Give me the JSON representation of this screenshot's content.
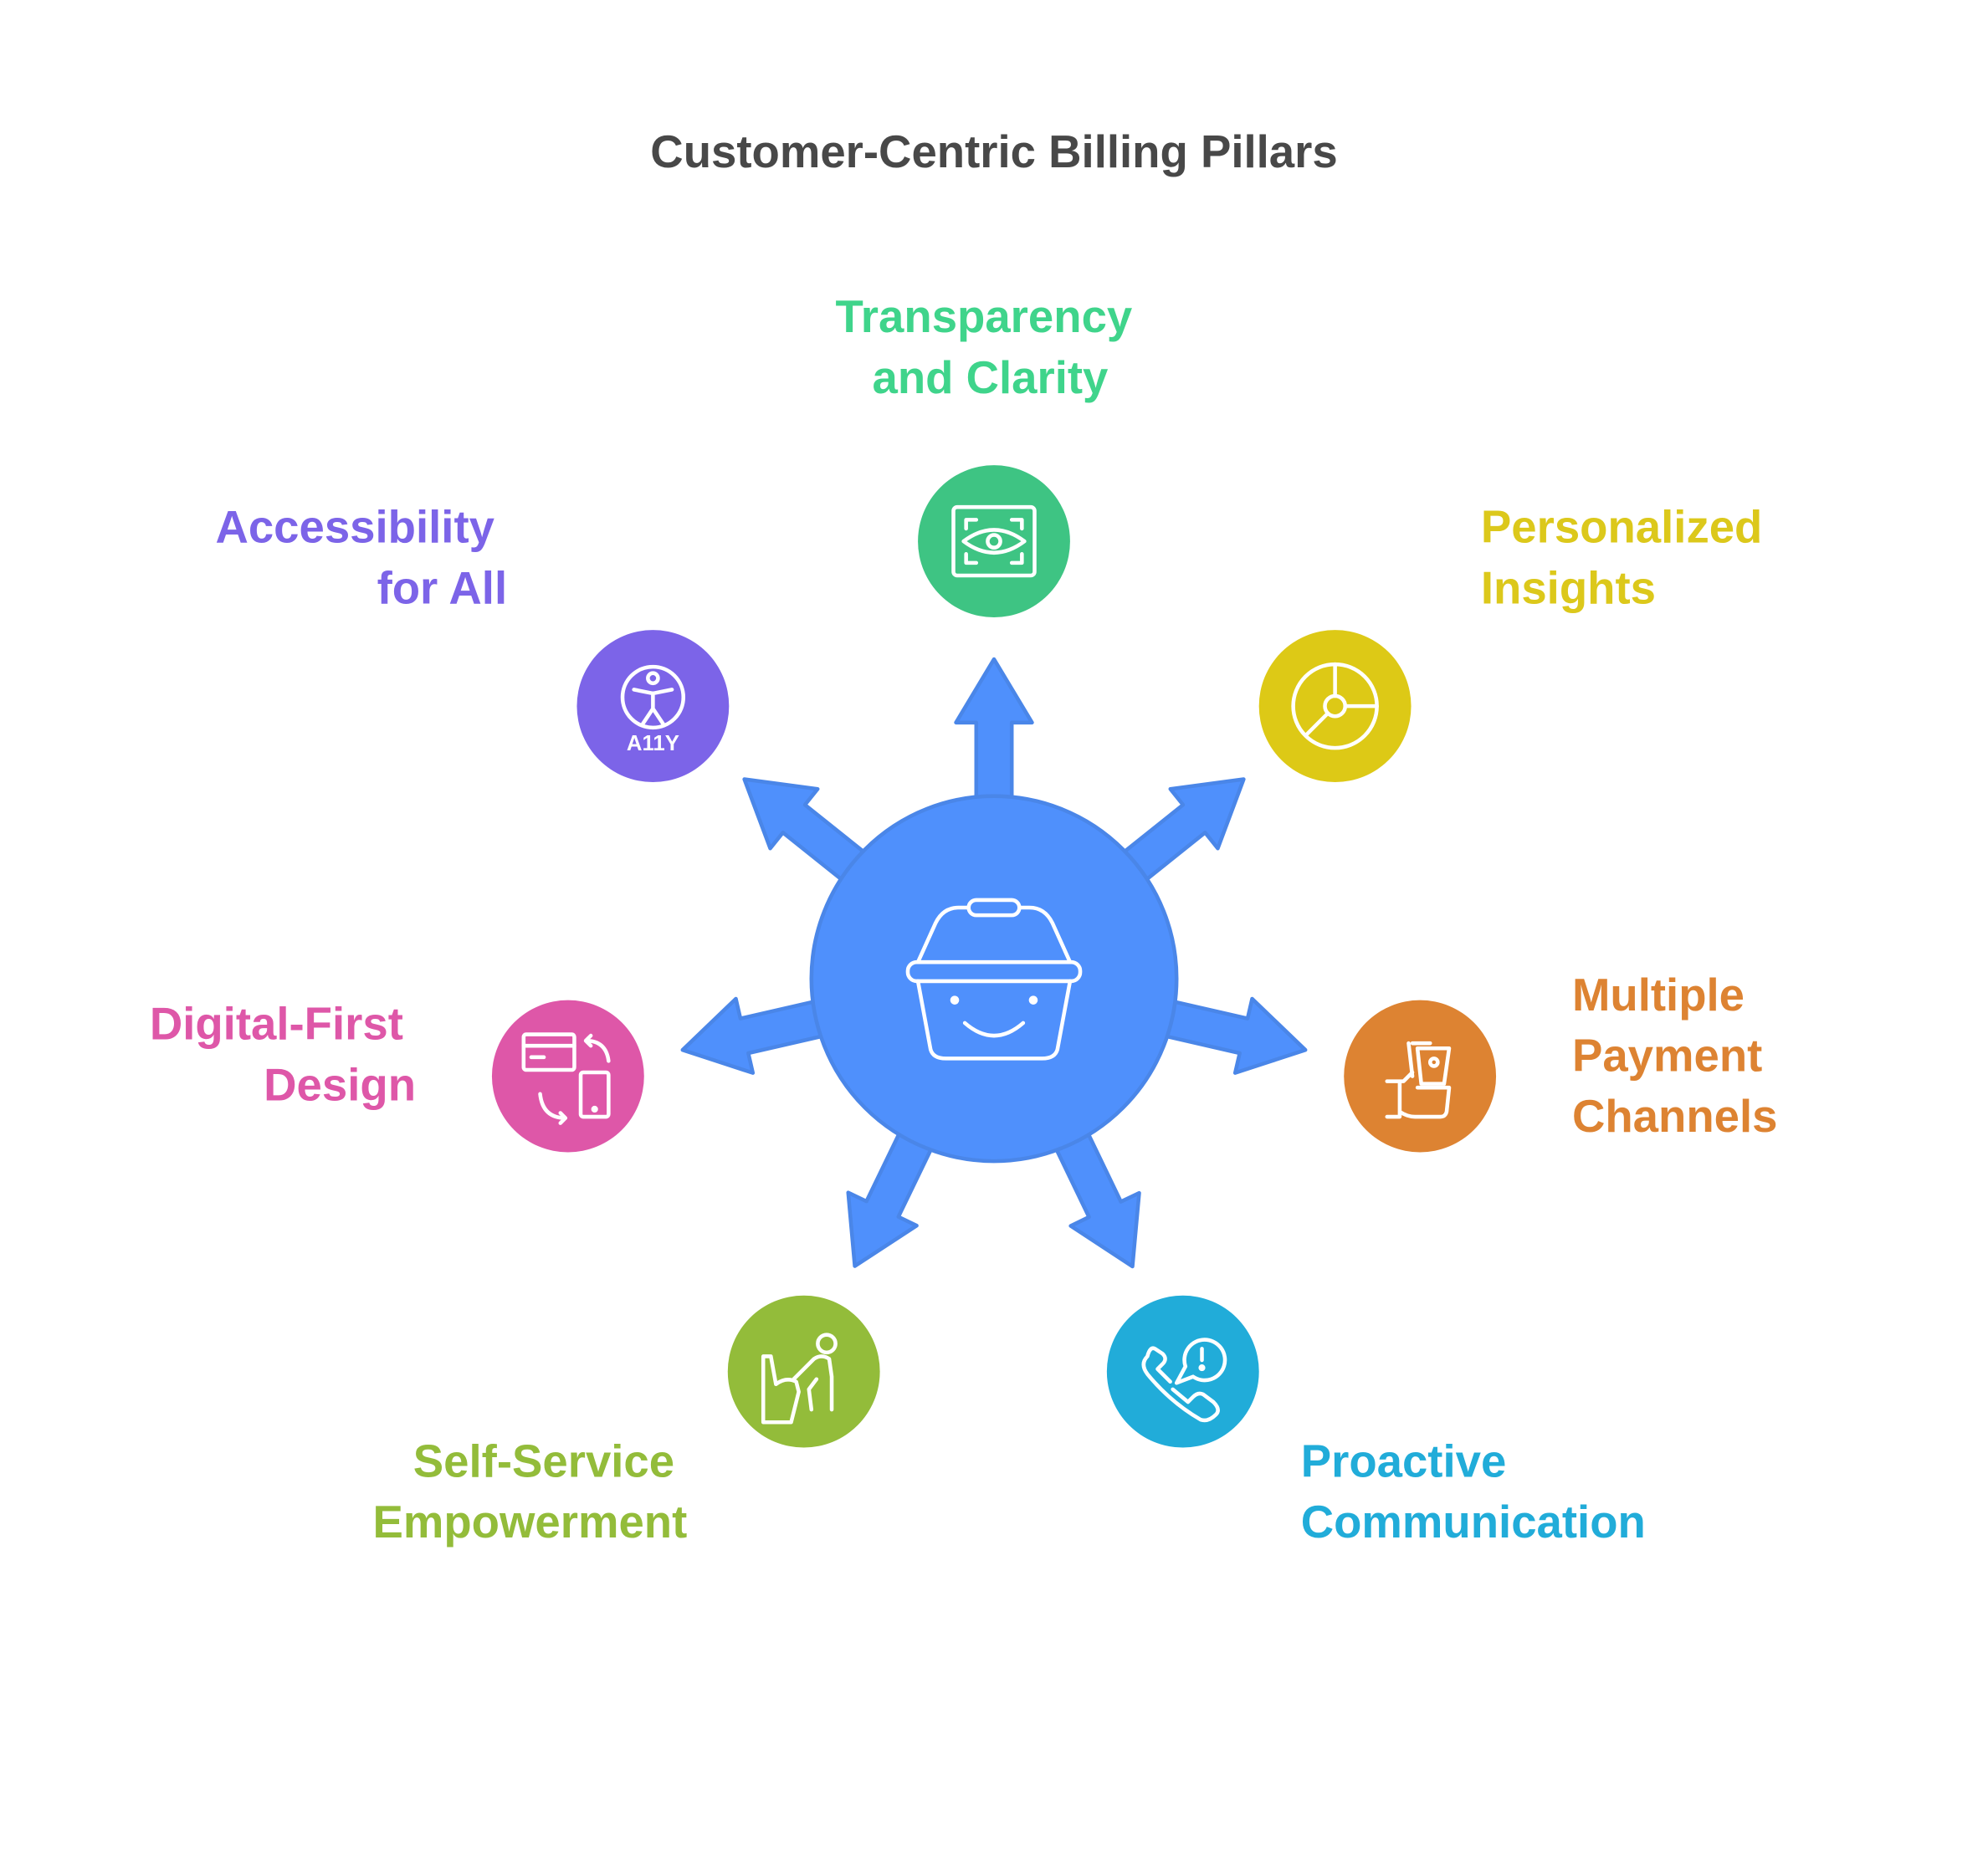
{
  "title": "Customer-Centric Billing Pillars",
  "center": {
    "icon": "smiling-basket-icon",
    "color": "#4F90FC"
  },
  "pillars": [
    {
      "key": "transparency",
      "lines": [
        "Transparency",
        "and Clarity"
      ],
      "color": "#3EC483",
      "text_color": "#3FD48B",
      "icon": "eye-scan-icon"
    },
    {
      "key": "personalized",
      "lines": [
        "Personalized",
        "Insights"
      ],
      "color": "#DDC916",
      "text_color": "#DCC81B",
      "icon": "pie-chart-icon"
    },
    {
      "key": "payment",
      "lines": [
        "Multiple",
        "Payment",
        "Channels"
      ],
      "color": "#DD8332",
      "text_color": "#DD8332",
      "icon": "hand-cash-icon"
    },
    {
      "key": "proactive",
      "lines": [
        "Proactive",
        "Communication"
      ],
      "color": "#21ACD9",
      "text_color": "#21ACD9",
      "icon": "phone-alert-icon"
    },
    {
      "key": "selfservice",
      "lines": [
        "Self-Service",
        "Empowerment"
      ],
      "color": "#93BC3A",
      "text_color": "#93BC3A",
      "icon": "person-kiosk-icon"
    },
    {
      "key": "digital",
      "lines": [
        "Digital-First",
        "Design"
      ],
      "color": "#DE57A8",
      "text_color": "#DE57A8",
      "icon": "card-phone-sync-icon"
    },
    {
      "key": "accessibility",
      "lines": [
        "Accessibility",
        "for All"
      ],
      "color": "#7C64E8",
      "text_color": "#7C64E8",
      "icon": "accessibility-icon",
      "icon_text": "A11Y"
    }
  ]
}
